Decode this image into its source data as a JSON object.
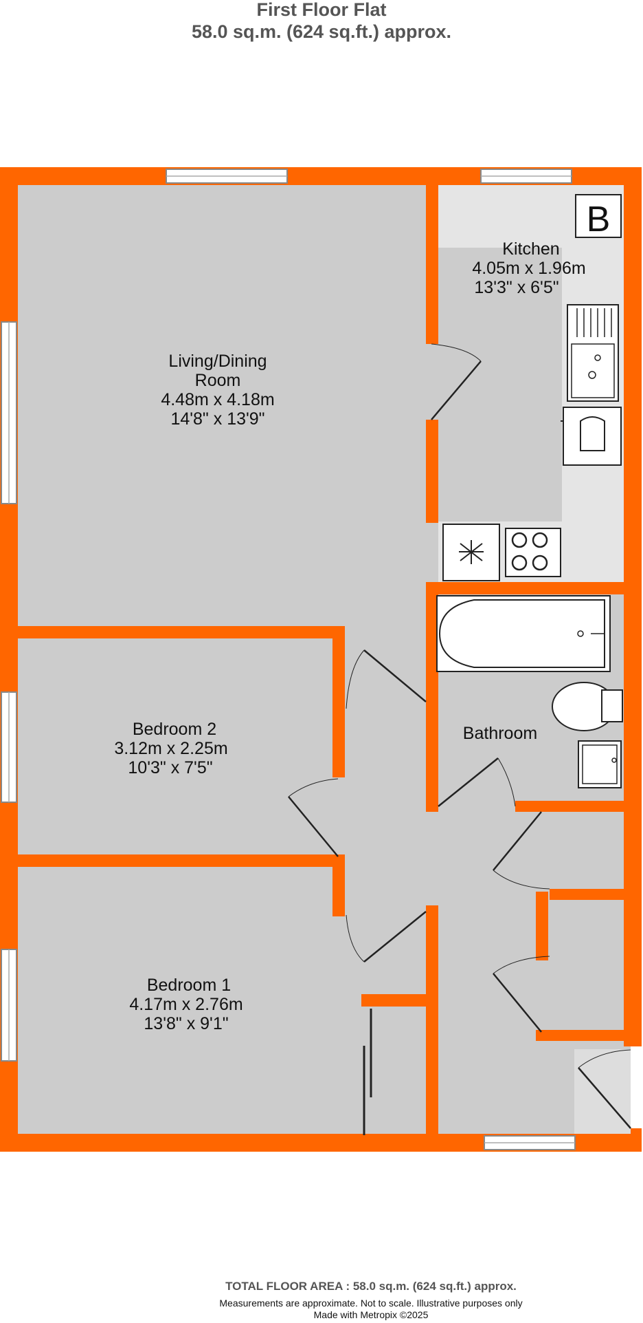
{
  "header": {
    "title": "First Floor Flat",
    "area": "58.0 sq.m. (624 sq.ft.) approx."
  },
  "colors": {
    "wall": "#ff6600",
    "floor": "#cccccc",
    "kitchen_counter": "#e5e5e5",
    "window": "#ffffff"
  },
  "rooms": {
    "living": {
      "name_line1": "Living/Dining",
      "name_line2": "Room",
      "metric": "4.48m  x 4.18m",
      "imperial": "14'8\"  x 13'9\""
    },
    "kitchen": {
      "name": "Kitchen",
      "metric": "4.05m  x 1.96m",
      "imperial": "13'3\"  x 6'5\""
    },
    "bedroom2": {
      "name": "Bedroom 2",
      "metric": "3.12m  x 2.25m",
      "imperial": "10'3\"  x 7'5\""
    },
    "bathroom": {
      "name": "Bathroom"
    },
    "bedroom1": {
      "name": "Bedroom 1",
      "metric": "4.17m  x 2.76m",
      "imperial": "13'8\"  x 9'1\""
    }
  },
  "boiler_label": "B",
  "footer": {
    "total": "TOTAL FLOOR AREA : 58.0 sq.m. (624 sq.ft.) approx.",
    "note": "Measurements are approximate.  Not to scale.  Illustrative purposes only",
    "made": "Made with Metropix ©2025"
  }
}
